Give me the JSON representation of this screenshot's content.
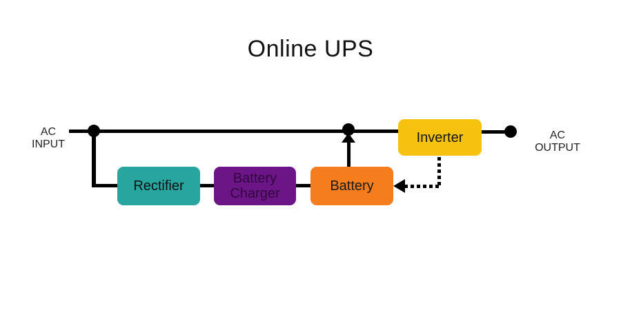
{
  "title": "Online UPS",
  "diagram": {
    "background": "#FFFFFF",
    "line_color": "#000000",
    "input_label": "AC\nINPUT",
    "output_label": "AC\nOUTPUT",
    "nodes": {
      "rectifier": {
        "label": "Rectifier",
        "color": "#29A5A0",
        "text_color": "#101010"
      },
      "battery_charger": {
        "label": "Battery Charger",
        "color": "#6B1586",
        "text_color": "#330740"
      },
      "battery": {
        "label": "Battery",
        "color": "#F67D1E",
        "text_color": "#1A1A1A"
      },
      "inverter": {
        "label": "Inverter",
        "color": "#F6C20F",
        "text_color": "#141414"
      }
    },
    "connections": [
      {
        "from": "ac-input",
        "to": "inverter",
        "style": "solid"
      },
      {
        "from": "ac-input",
        "to": "rectifier",
        "style": "solid"
      },
      {
        "from": "rectifier",
        "to": "battery_charger",
        "style": "solid"
      },
      {
        "from": "battery_charger",
        "to": "battery",
        "style": "solid"
      },
      {
        "from": "battery",
        "to": "main-line-junction",
        "style": "solid-arrow-up"
      },
      {
        "from": "inverter",
        "to": "battery",
        "style": "dotted-arrow-left"
      },
      {
        "from": "inverter",
        "to": "ac-output",
        "style": "solid"
      }
    ]
  }
}
